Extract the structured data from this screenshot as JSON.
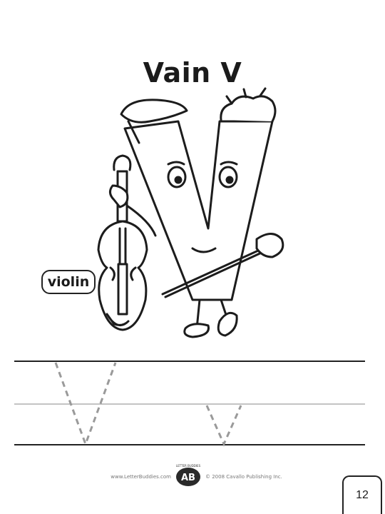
{
  "page": {
    "title": "Vain V",
    "word_label": "violin",
    "page_number": "12"
  },
  "footer": {
    "website": "www.LetterBuddies.com",
    "copyright": "© 2008 Cavallo Publishing Inc.",
    "logo_text": "AB",
    "logo_arc_text": "LETTER BUDDIES"
  },
  "icons": {
    "main_illustration": "letter-v-character-with-violin",
    "logo": "letter-buddies-logo"
  }
}
